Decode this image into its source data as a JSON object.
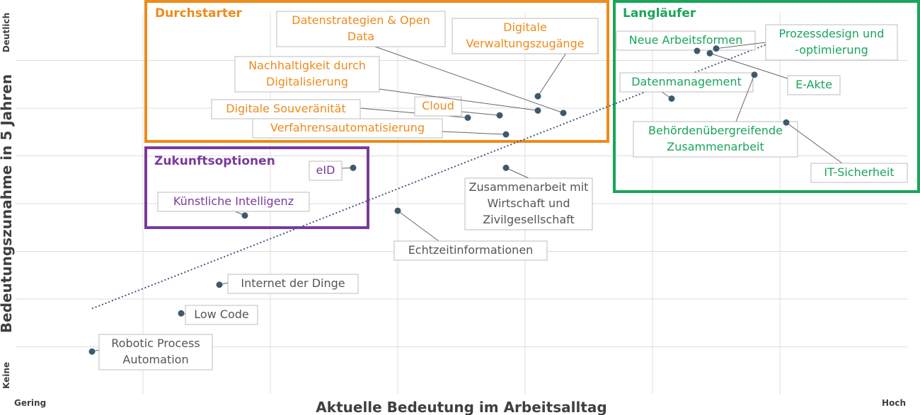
{
  "chart_data": {
    "type": "scatter",
    "title": "",
    "xlabel": "Aktuelle Bedeutung im Arbeitsalltag",
    "ylabel": "Bedeutungszunahme in 5 Jahren",
    "x_axis_ends": {
      "low": "Gering",
      "high": "Hoch"
    },
    "y_axis_ends": {
      "low": "Keine",
      "high": "Deutlich"
    },
    "xlim": [
      0,
      7
    ],
    "ylim": [
      0,
      8
    ],
    "grid": true,
    "trendline": {
      "style": "dotted",
      "color": "#3d5a7a",
      "from": [
        0.6,
        1.8
      ],
      "to": [
        6.1,
        7.55
      ]
    },
    "clusters": [
      {
        "name": "Durchstarter",
        "color": "#ed8b1c"
      },
      {
        "name": "Langläufer",
        "color": "#1aa55a"
      },
      {
        "name": "Zukunftsoptionen",
        "color": "#7a3a9a"
      }
    ],
    "points": [
      {
        "label": "Robotic Process Automation",
        "x": 0.6,
        "y": 0.9,
        "group": "none"
      },
      {
        "label": "Low Code",
        "x": 1.3,
        "y": 1.7,
        "group": "none"
      },
      {
        "label": "Internet der Dinge",
        "x": 1.6,
        "y": 2.3,
        "group": "none"
      },
      {
        "label": "Künstliche Intelligenz",
        "x": 1.8,
        "y": 3.75,
        "group": "Zukunftsoptionen"
      },
      {
        "label": "eID",
        "x": 2.65,
        "y": 4.75,
        "group": "Zukunftsoptionen"
      },
      {
        "label": "Echtzeitinformationen",
        "x": 3.0,
        "y": 3.85,
        "group": "none"
      },
      {
        "label": "Zusammenarbeit mit Wirtschaft und Zivilgesellschaft",
        "x": 3.85,
        "y": 4.75,
        "group": "none"
      },
      {
        "label": "Digitale Souveränität",
        "x": 3.55,
        "y": 5.8,
        "group": "Durchstarter"
      },
      {
        "label": "Cloud",
        "x": 3.8,
        "y": 5.85,
        "group": "Durchstarter"
      },
      {
        "label": "Verfahrensautomatisierung",
        "x": 3.85,
        "y": 5.45,
        "group": "Durchstarter"
      },
      {
        "label": "Nachhaltigkeit durch Digitalisierung",
        "x": 4.1,
        "y": 5.95,
        "group": "Durchstarter"
      },
      {
        "label": "Datenstrategien & Open Data",
        "x": 4.3,
        "y": 5.9,
        "group": "Durchstarter"
      },
      {
        "label": "Digitale Verwaltungszugänge",
        "x": 4.1,
        "y": 6.25,
        "group": "Durchstarter"
      },
      {
        "label": "Datenmanagement",
        "x": 5.15,
        "y": 6.2,
        "group": "Langläufer"
      },
      {
        "label": "Neue Arbeitsformen",
        "x": 5.35,
        "y": 7.2,
        "group": "Langläufer"
      },
      {
        "label": "Prozessdesign und -optimierung",
        "x": 5.5,
        "y": 7.25,
        "group": "Langläufer"
      },
      {
        "label": "E-Akte",
        "x": 5.45,
        "y": 7.15,
        "group": "Langläufer"
      },
      {
        "label": "Behördenübergreifende Zusammenarbeit",
        "x": 5.8,
        "y": 6.7,
        "group": "Langläufer"
      },
      {
        "label": "IT-Sicherheit",
        "x": 6.05,
        "y": 5.7,
        "group": "Langläufer"
      }
    ]
  }
}
